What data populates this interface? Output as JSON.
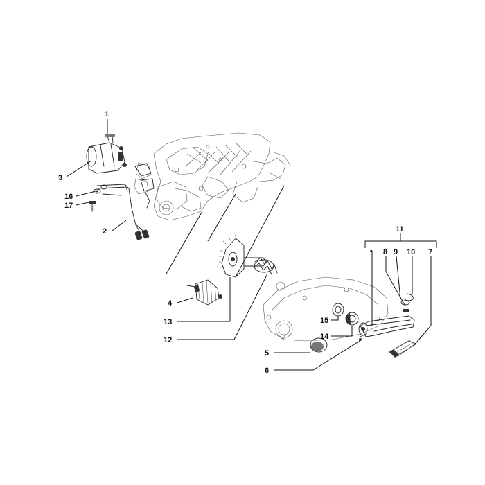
{
  "part_labels": {
    "p1": "1",
    "p2": "2",
    "p3": "3",
    "p4": "4",
    "p5": "5",
    "p6": "6",
    "p7": "7",
    "p8": "8",
    "p9": "9",
    "p10": "10",
    "p11": "11",
    "p12": "12",
    "p13": "13",
    "p14": "14",
    "p15": "15",
    "p16": "16",
    "p17": "17"
  },
  "kit_marker": "•"
}
